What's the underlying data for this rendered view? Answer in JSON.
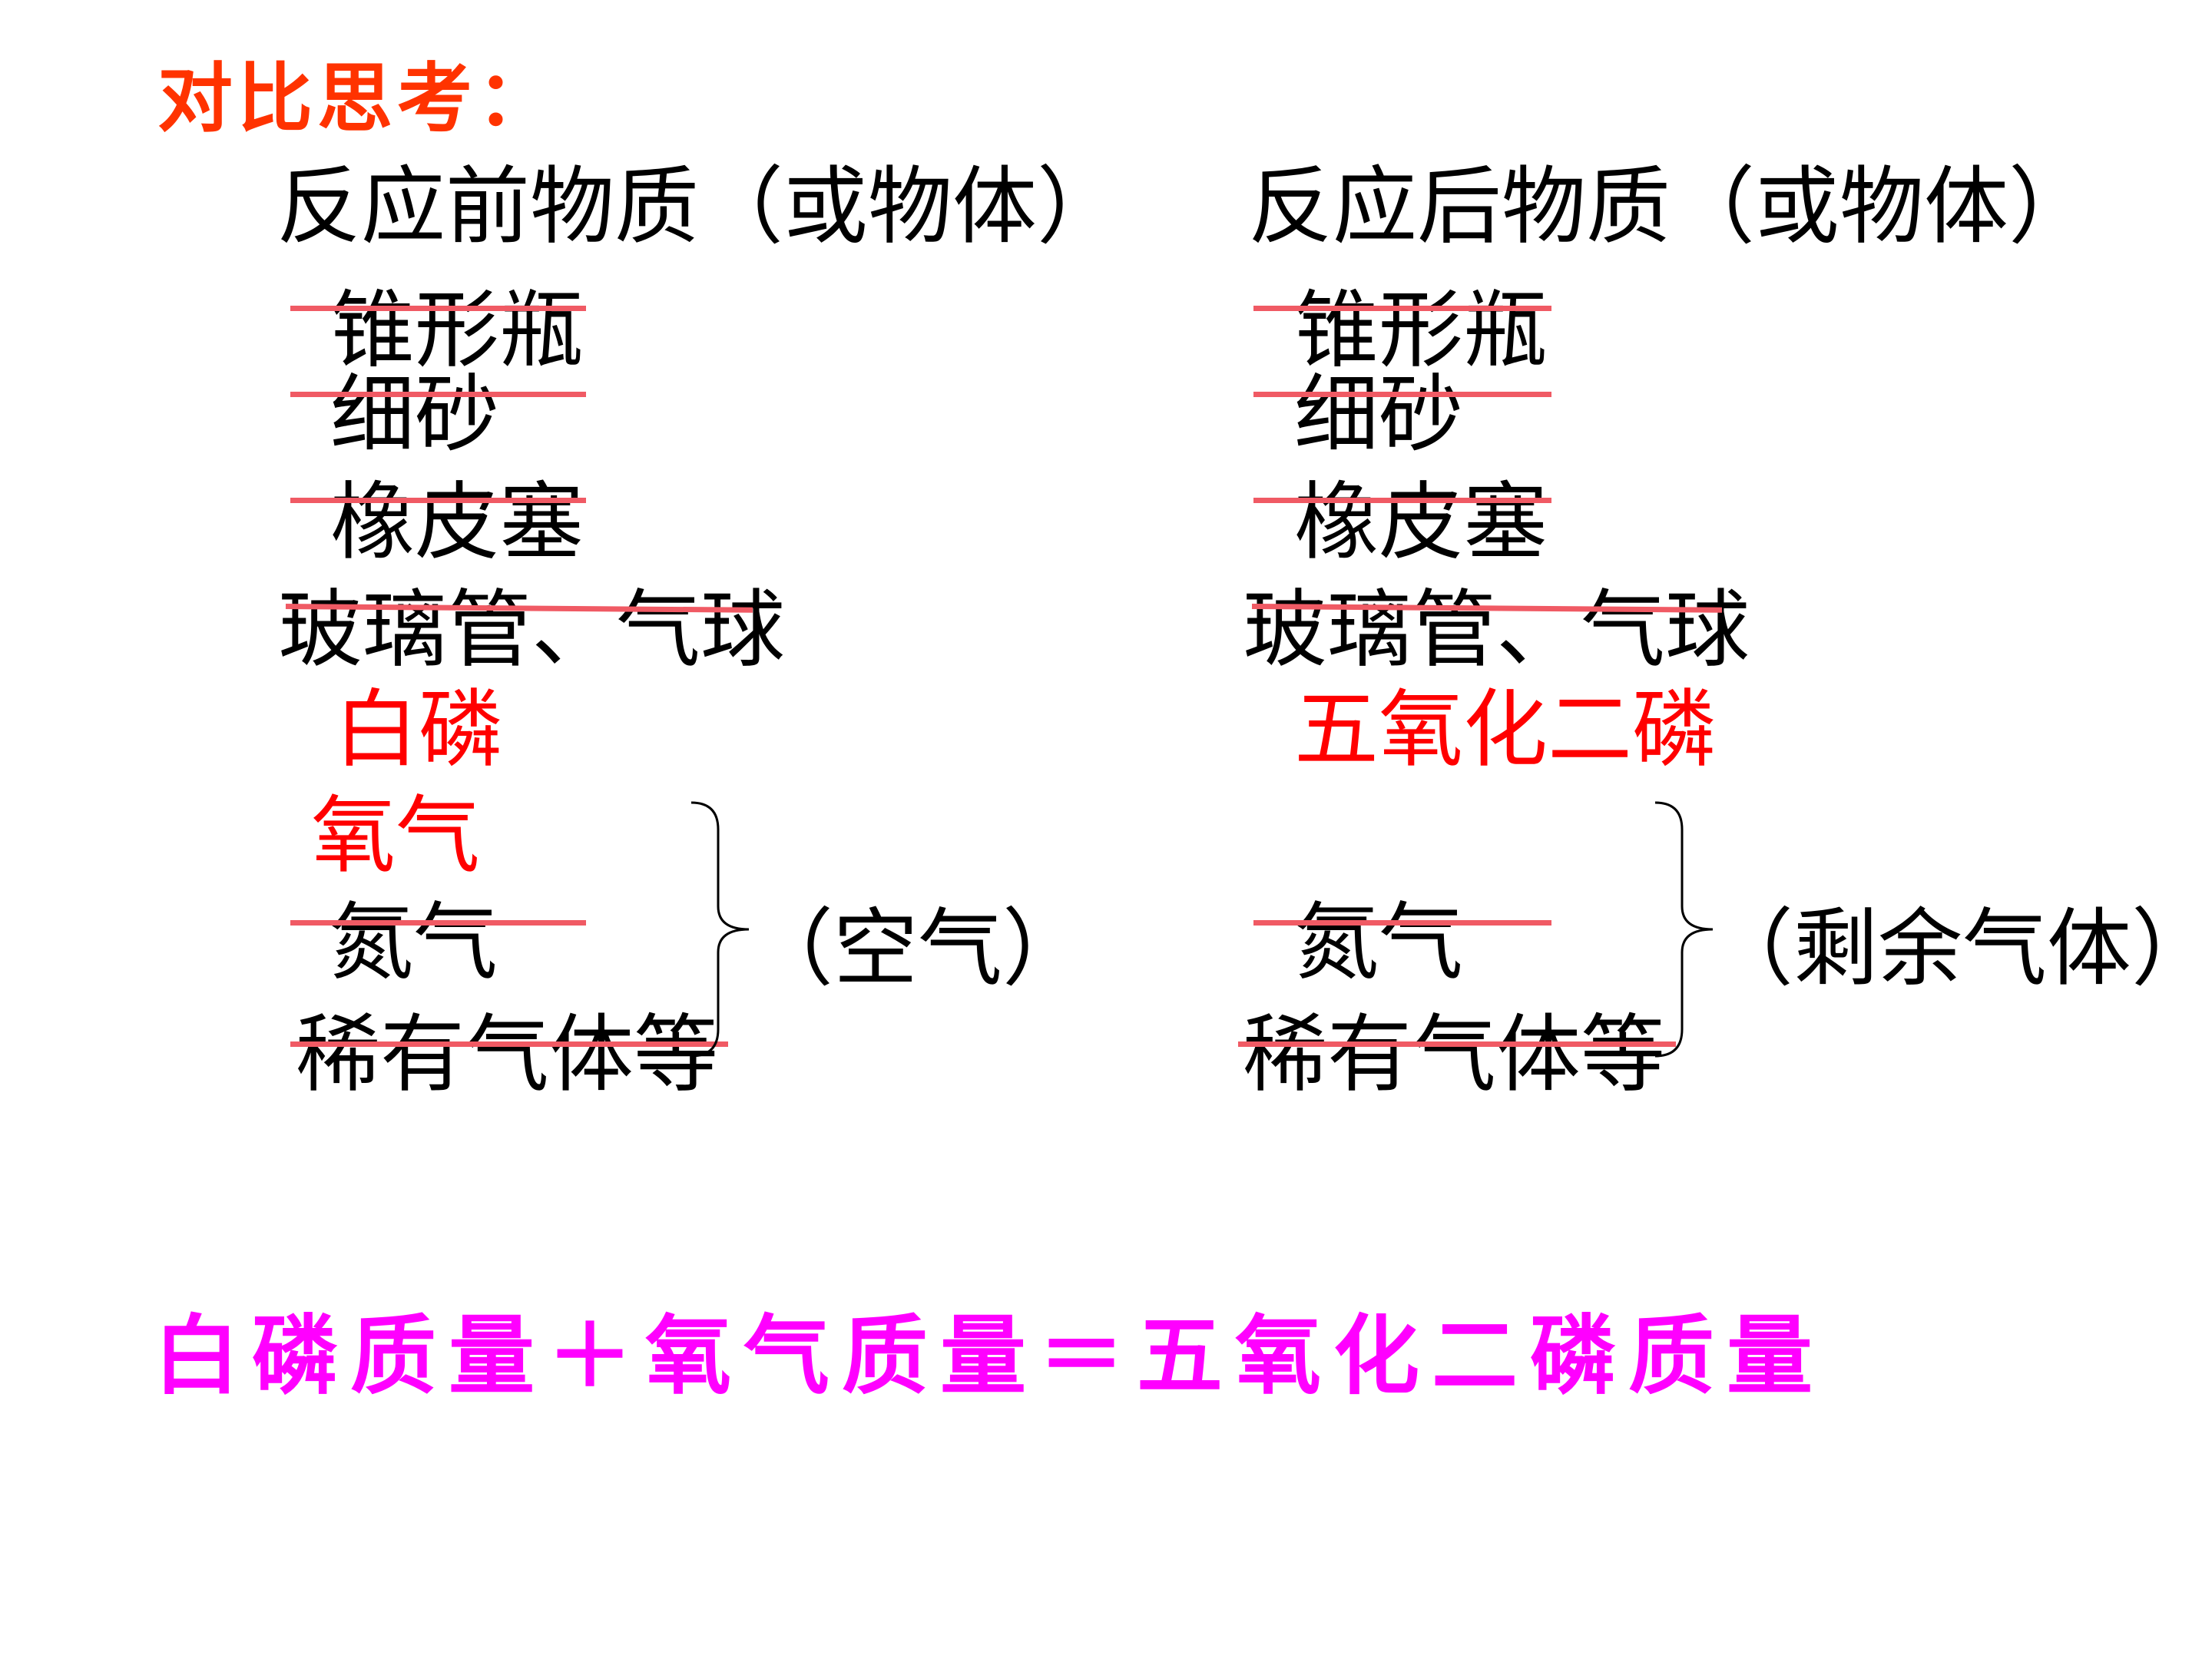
{
  "title": "对比思考：",
  "left": {
    "heading": "反应前物质（或物体）",
    "items": [
      "锥形瓶",
      "细砂",
      "橡皮塞",
      "玻璃管、气球",
      "白磷",
      "氧气",
      "氮气",
      "稀有气体等"
    ],
    "group_label": "（空气）"
  },
  "right": {
    "heading": "反应后物质（或物体）",
    "items": [
      "锥形瓶",
      "细砂",
      "橡皮塞",
      "玻璃管、气球",
      "五氧化二磷",
      "氮气",
      "稀有气体等"
    ],
    "group_label": "（剩余气体）"
  },
  "equation": "白磷质量＋氧气质量＝五氧化二磷质量",
  "colors": {
    "title": "#ff3300",
    "text": "#000000",
    "highlight": "#ff0000",
    "strike": "#f05a64",
    "equation": "#ff00ff"
  }
}
